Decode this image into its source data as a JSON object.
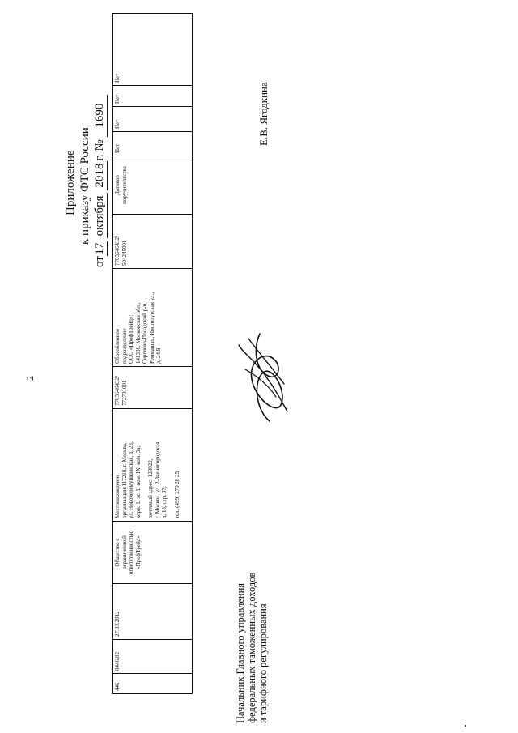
{
  "page": {
    "number": "2"
  },
  "header": {
    "line1": "Приложение",
    "line2": "к приказу ФТС России",
    "line3_prefix": "от",
    "day": "17",
    "month": "октября",
    "year": "2018",
    "year_suffix": "г.",
    "number_sign": "№",
    "order_number": "1690"
  },
  "table": {
    "row": {
      "index": "446",
      "reg_number": "0446/02",
      "reg_date": "27.03.2012",
      "name_lines": [
        "Общество с",
        "ограниченной",
        "ответственностью",
        "«ПрофТрейд»"
      ],
      "address_lines_1": [
        "Местонахождение",
        "организации:117218, г. Москва,",
        "ул. Новочеремушкинская, д. 23,",
        "корп. 1, эт. 1, пом. IX, ком. 3а;"
      ],
      "address_lines_2": [
        "почтовый адрес: 123022,",
        "г. Москва, ул. 2-Звенигородская,",
        "д. 13, стр. 37;"
      ],
      "phone": "тел. (499) 270 28 25",
      "inn_kpp_1": "7703646432/\n772701001",
      "branch_lines": [
        "Обособленное",
        "подразделение",
        "ООО «ПрофТрейд»:",
        "141336, Московская обл.,",
        "Сергиево-Посадский р-н,",
        "Реммаш п., Институтская ул.,",
        "д. 24,8"
      ],
      "inn_kpp_2": "7703646432/\n504245001",
      "security": "Договор поручительства",
      "flag1": "Нет",
      "flag2": "Нет",
      "flag3": "Нет",
      "flag4": "Нет"
    }
  },
  "signatory": {
    "title_lines": [
      "Начальник Главного управления",
      "федеральных таможенных доходов",
      "и тарифного регулирования"
    ],
    "name": "Е.В. Ягодкина"
  }
}
